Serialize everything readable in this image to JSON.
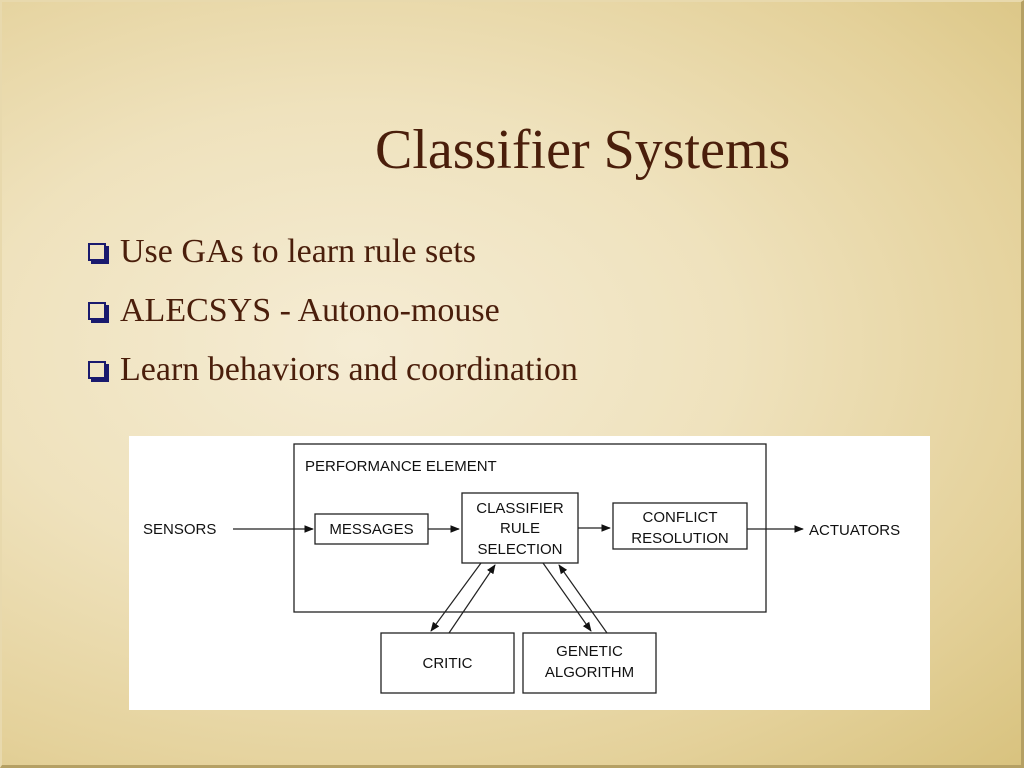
{
  "slide": {
    "title": "Classifier Systems",
    "bullets": [
      "Use GAs to learn rule sets",
      "ALECSYS - Autono-mouse",
      "Learn behaviors and coordination"
    ],
    "colors": {
      "title": "#4a1e0b",
      "bullet_marker": "#1a1a6e",
      "background": "#efe2bd"
    }
  },
  "diagram": {
    "container_label": "PERFORMANCE ELEMENT",
    "sensors": "SENSORS",
    "actuators": "ACTUATORS",
    "messages": "MESSAGES",
    "classifier": [
      "CLASSIFIER",
      "RULE",
      "SELECTION"
    ],
    "conflict": [
      "CONFLICT",
      "RESOLUTION"
    ],
    "critic": "CRITIC",
    "genetic": [
      "GENETIC",
      "ALGORITHM"
    ]
  }
}
